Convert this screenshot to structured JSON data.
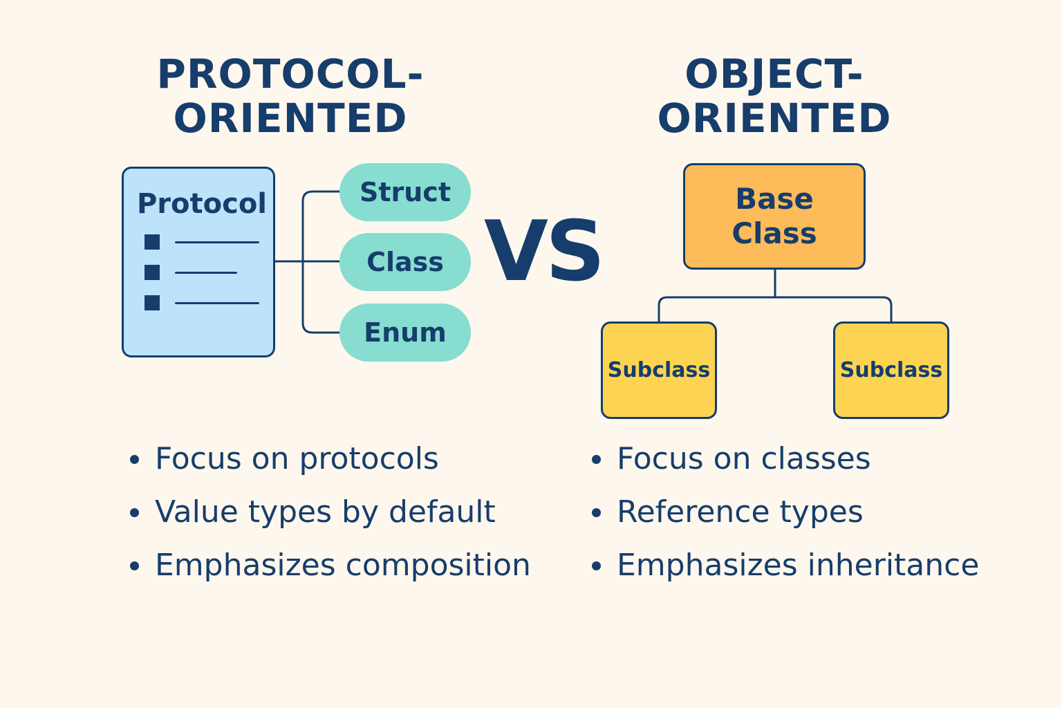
{
  "left": {
    "heading": [
      "PROTOCOL-",
      "ORIENTED"
    ],
    "protocol_label": "Protocol",
    "conformers": [
      "Struct",
      "Class",
      "Enum"
    ],
    "bullets": [
      "Focus on protocols",
      "Value types by default",
      "Emphasizes composition"
    ]
  },
  "vs_label": "VS",
  "right": {
    "heading": [
      "OBJECT-",
      "ORIENTED"
    ],
    "base_class": [
      "Base",
      "Class"
    ],
    "subclasses": [
      "Subclass",
      "Subclass"
    ],
    "bullets": [
      "Focus on classes",
      "Reference types",
      "Emphasizes inheritance"
    ]
  },
  "colors": {
    "background": "#fdf7ed",
    "ink": "#163d6b",
    "protocol_fill": "#bde3fb",
    "conformer_fill": "#86ddd0",
    "base_class_fill": "#fdbb5a",
    "subclass_fill": "#fdd452"
  }
}
